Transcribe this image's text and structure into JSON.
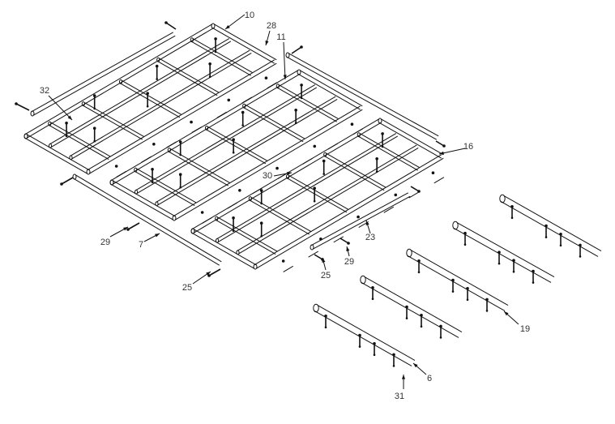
{
  "diagram": {
    "type": "exploded assembly drawing",
    "callouts": [
      {
        "id": "10",
        "text": "10"
      },
      {
        "id": "28",
        "text": "28"
      },
      {
        "id": "11",
        "text": "11"
      },
      {
        "id": "32",
        "text": "32"
      },
      {
        "id": "16",
        "text": "16"
      },
      {
        "id": "30",
        "text": "30"
      },
      {
        "id": "23",
        "text": "23"
      },
      {
        "id": "29a",
        "text": "29"
      },
      {
        "id": "7",
        "text": "7"
      },
      {
        "id": "29b",
        "text": "29"
      },
      {
        "id": "25a",
        "text": "25"
      },
      {
        "id": "25b",
        "text": "25"
      },
      {
        "id": "19",
        "text": "19"
      },
      {
        "id": "6",
        "text": "6"
      },
      {
        "id": "31",
        "text": "31"
      }
    ]
  }
}
